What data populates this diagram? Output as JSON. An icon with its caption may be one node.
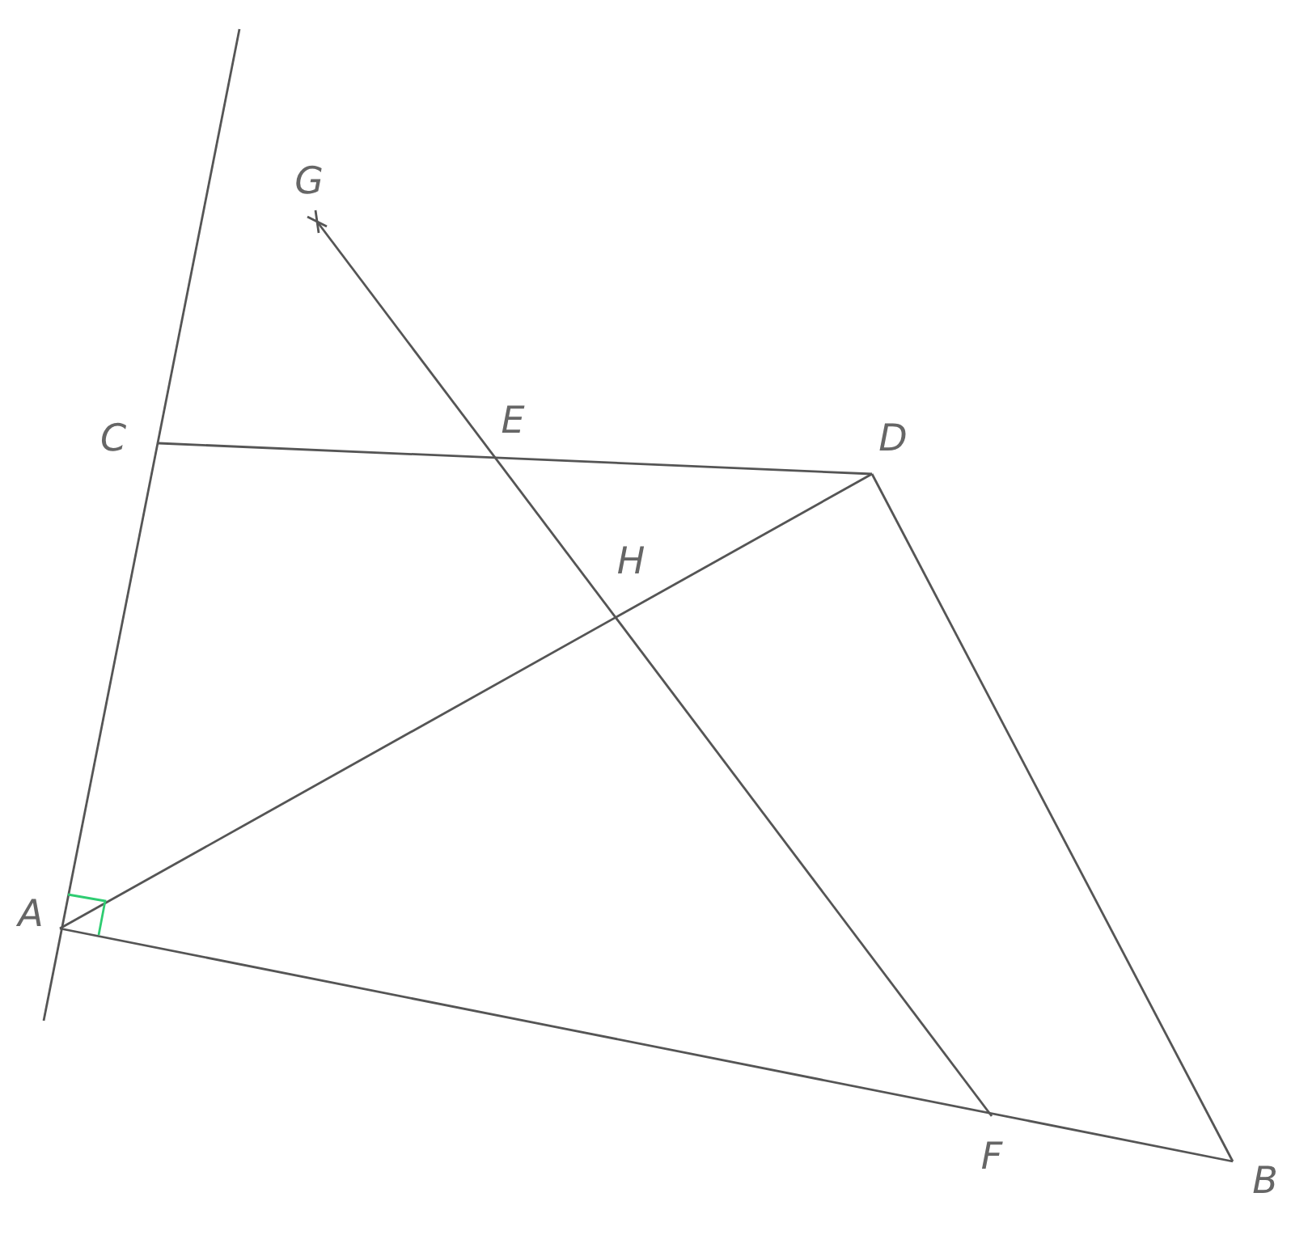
{
  "diagram": {
    "labels": [
      "G",
      "C",
      "E",
      "D",
      "H",
      "A",
      "F",
      "B"
    ]
  }
}
